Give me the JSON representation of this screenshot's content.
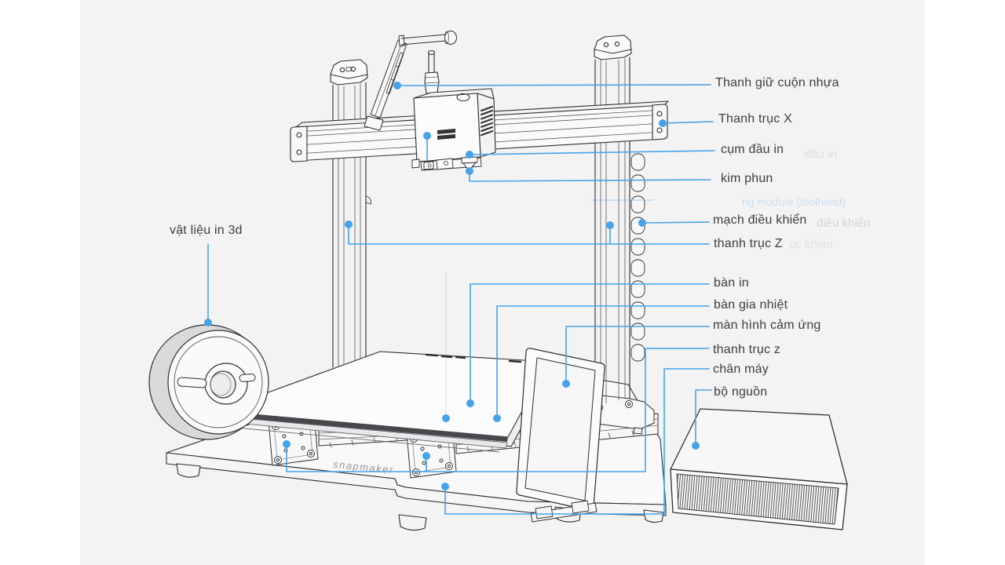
{
  "colors": {
    "canvas_bg": "#f3f3f4",
    "margin_bg": "#ffffff",
    "accent_blue": "#46a3e8",
    "ink": "#2f2f31",
    "label_text": "#3e3e41"
  },
  "diagram": {
    "labels": [
      {
        "id": "filament-spool-holder",
        "text": "Thanh giữ cuộn nhựa"
      },
      {
        "id": "x-axis",
        "text": "Thanh trục X"
      },
      {
        "id": "print-head",
        "text": "cụm đầu in"
      },
      {
        "id": "nozzle",
        "text": "kim phun"
      },
      {
        "id": "controller",
        "text": "mạch điều khiển"
      },
      {
        "id": "z-axis-upper",
        "text": "thanh trục Z"
      },
      {
        "id": "print-sheet",
        "text": "bàn in"
      },
      {
        "id": "heated-bed",
        "text": "bàn gia nhiệt"
      },
      {
        "id": "touchscreen",
        "text": "màn hình cảm ứng"
      },
      {
        "id": "y-axis",
        "text": "thanh trục z"
      },
      {
        "id": "machine-base",
        "text": "chân máy"
      },
      {
        "id": "power-supply",
        "text": "bộ nguồn"
      },
      {
        "id": "filament",
        "text": "vật liệu in 3d"
      }
    ],
    "ghost_labels": [
      {
        "text": "ng module (toolhead)"
      },
      {
        "text": "điều khiển"
      },
      {
        "text": "đầu in"
      },
      {
        "text": "ục khiển"
      }
    ],
    "logo_text": "snapmaker"
  }
}
